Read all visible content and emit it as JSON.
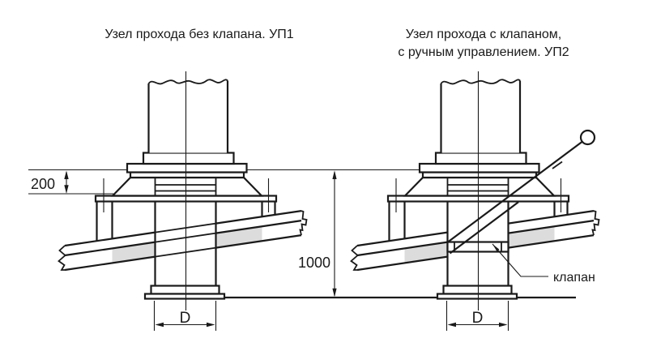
{
  "diagram": {
    "type": "technical-drawing",
    "title_left": "Узел прохода без клапана. УП1",
    "title_right_line1": "Узел прохода с клапаном,",
    "title_right_line2": "с ручным управлением. УП2",
    "dims": {
      "skirt_height": "200",
      "unit_height": "1000",
      "diameter": "D"
    },
    "labels": {
      "valve": "клапан"
    },
    "colors": {
      "line": "#1a1a1a",
      "insulation_fill": "#dcdcdc",
      "background": "#ffffff"
    }
  }
}
